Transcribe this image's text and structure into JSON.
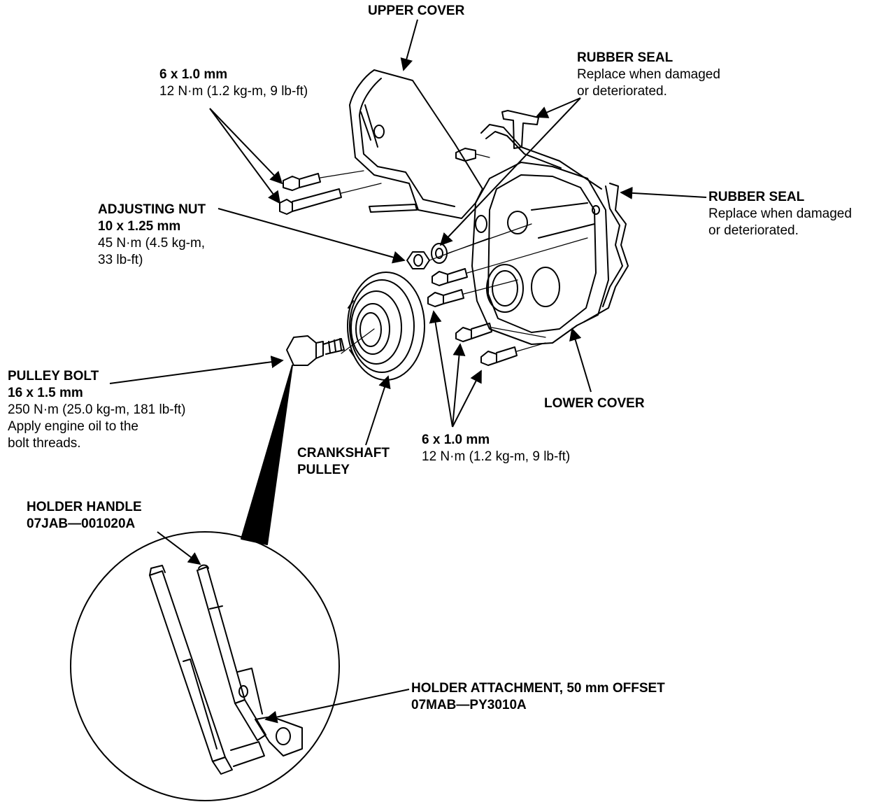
{
  "colors": {
    "ink": "#000000",
    "paper": "#ffffff"
  },
  "labels": {
    "upper_cover": {
      "title": "UPPER COVER"
    },
    "rubber_seal_top": {
      "title": "RUBBER SEAL",
      "line1": "Replace when damaged",
      "line2": "or deteriorated."
    },
    "rubber_seal_right": {
      "title": "RUBBER SEAL",
      "line1": "Replace when damaged",
      "line2": "or deteriorated."
    },
    "upper_bolts": {
      "size": "6 x 1.0 mm",
      "torque": "12 N·m (1.2 kg-m, 9 lb-ft)"
    },
    "adjusting_nut": {
      "title": "ADJUSTING NUT",
      "size": "10 x 1.25 mm",
      "torque1": "45 N·m (4.5 kg-m,",
      "torque2": "33 lb-ft)"
    },
    "pulley_bolt": {
      "title": "PULLEY BOLT",
      "size": "16 x 1.5 mm",
      "torque": "250 N·m (25.0 kg-m, 181 lb-ft)",
      "note1": "Apply engine oil to the",
      "note2": "bolt threads."
    },
    "crankshaft_pulley": {
      "line1": "CRANKSHAFT",
      "line2": "PULLEY"
    },
    "lower_bolts": {
      "size": "6 x 1.0 mm",
      "torque": "12 N·m (1.2 kg-m, 9 lb-ft)"
    },
    "lower_cover": {
      "title": "LOWER COVER"
    },
    "holder_handle": {
      "title": "HOLDER HANDLE",
      "part": "07JAB—001020A"
    },
    "holder_attachment": {
      "title": "HOLDER ATTACHMENT, 50 mm OFFSET",
      "part": "07MAB—PY3010A"
    }
  }
}
